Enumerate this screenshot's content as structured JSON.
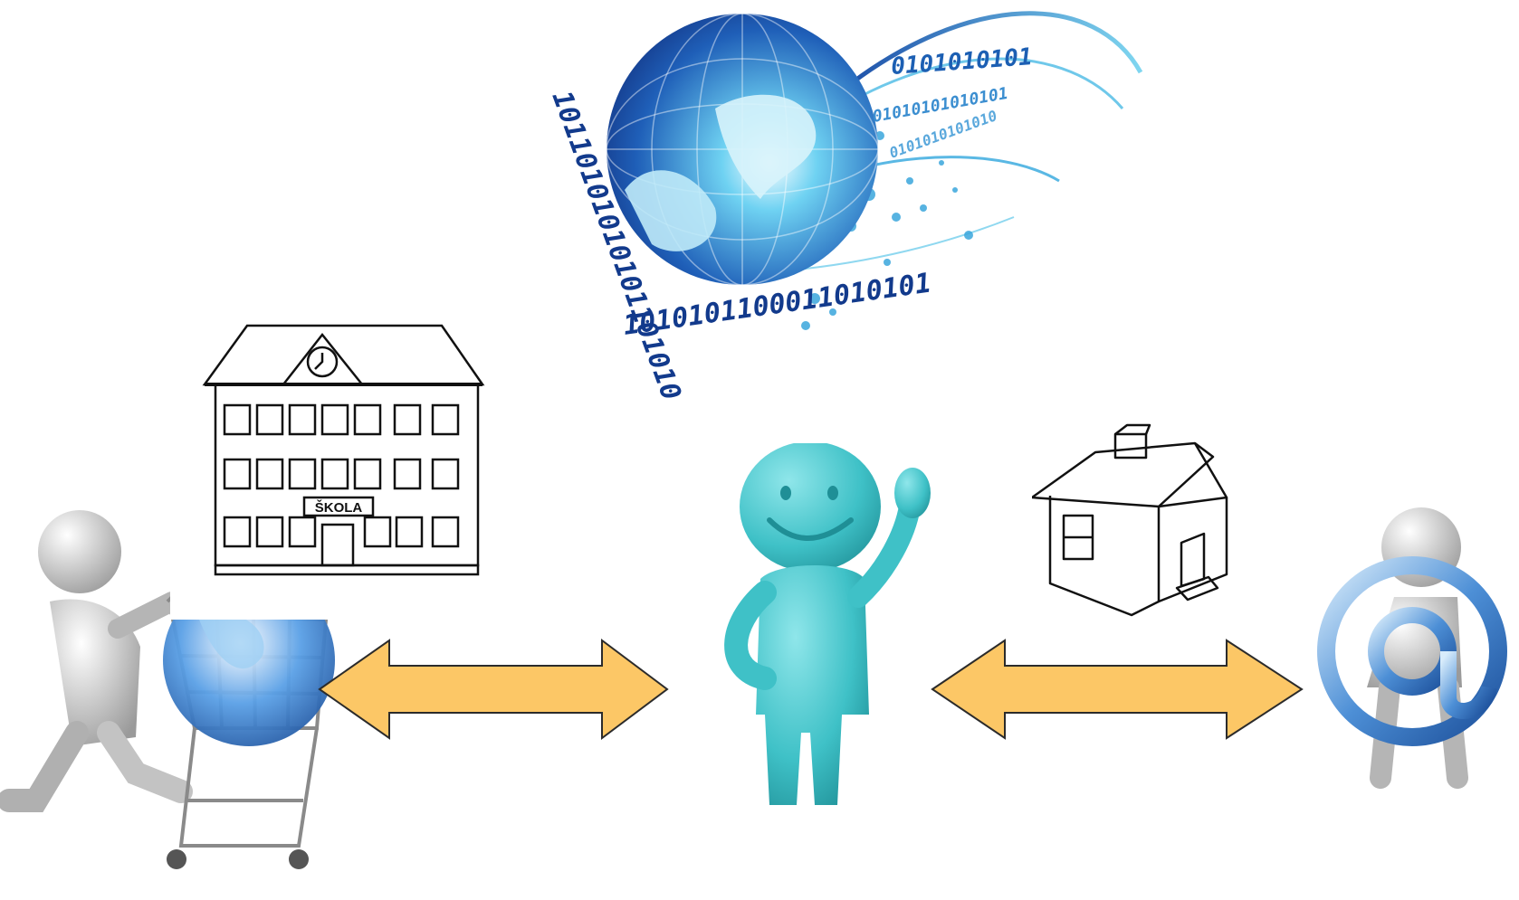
{
  "school": {
    "sign": "ŠKOLA"
  },
  "globe": {
    "binary_arc_left": "1011010101010110101010110101",
    "binary_arc_bottom": "1010101100011010101",
    "binary_trail_1": "0101010101",
    "binary_trail_2": "01010101010101",
    "binary_trail_3": "0101010101010"
  },
  "colors": {
    "arrow_fill": "#fcc766",
    "arrow_stroke": "#2b2b2b",
    "figure_teal": "#3fc1c7",
    "globe_blue": "#1a3f9a",
    "globe_light": "#7fd6f0"
  },
  "icons": {
    "globe": "globe-binary-icon",
    "school": "school-building-icon",
    "house": "house-sketch-icon",
    "shopper": "shopping-cart-figure-icon",
    "email": "at-sign-figure-icon",
    "person": "waving-teal-figure-icon"
  }
}
